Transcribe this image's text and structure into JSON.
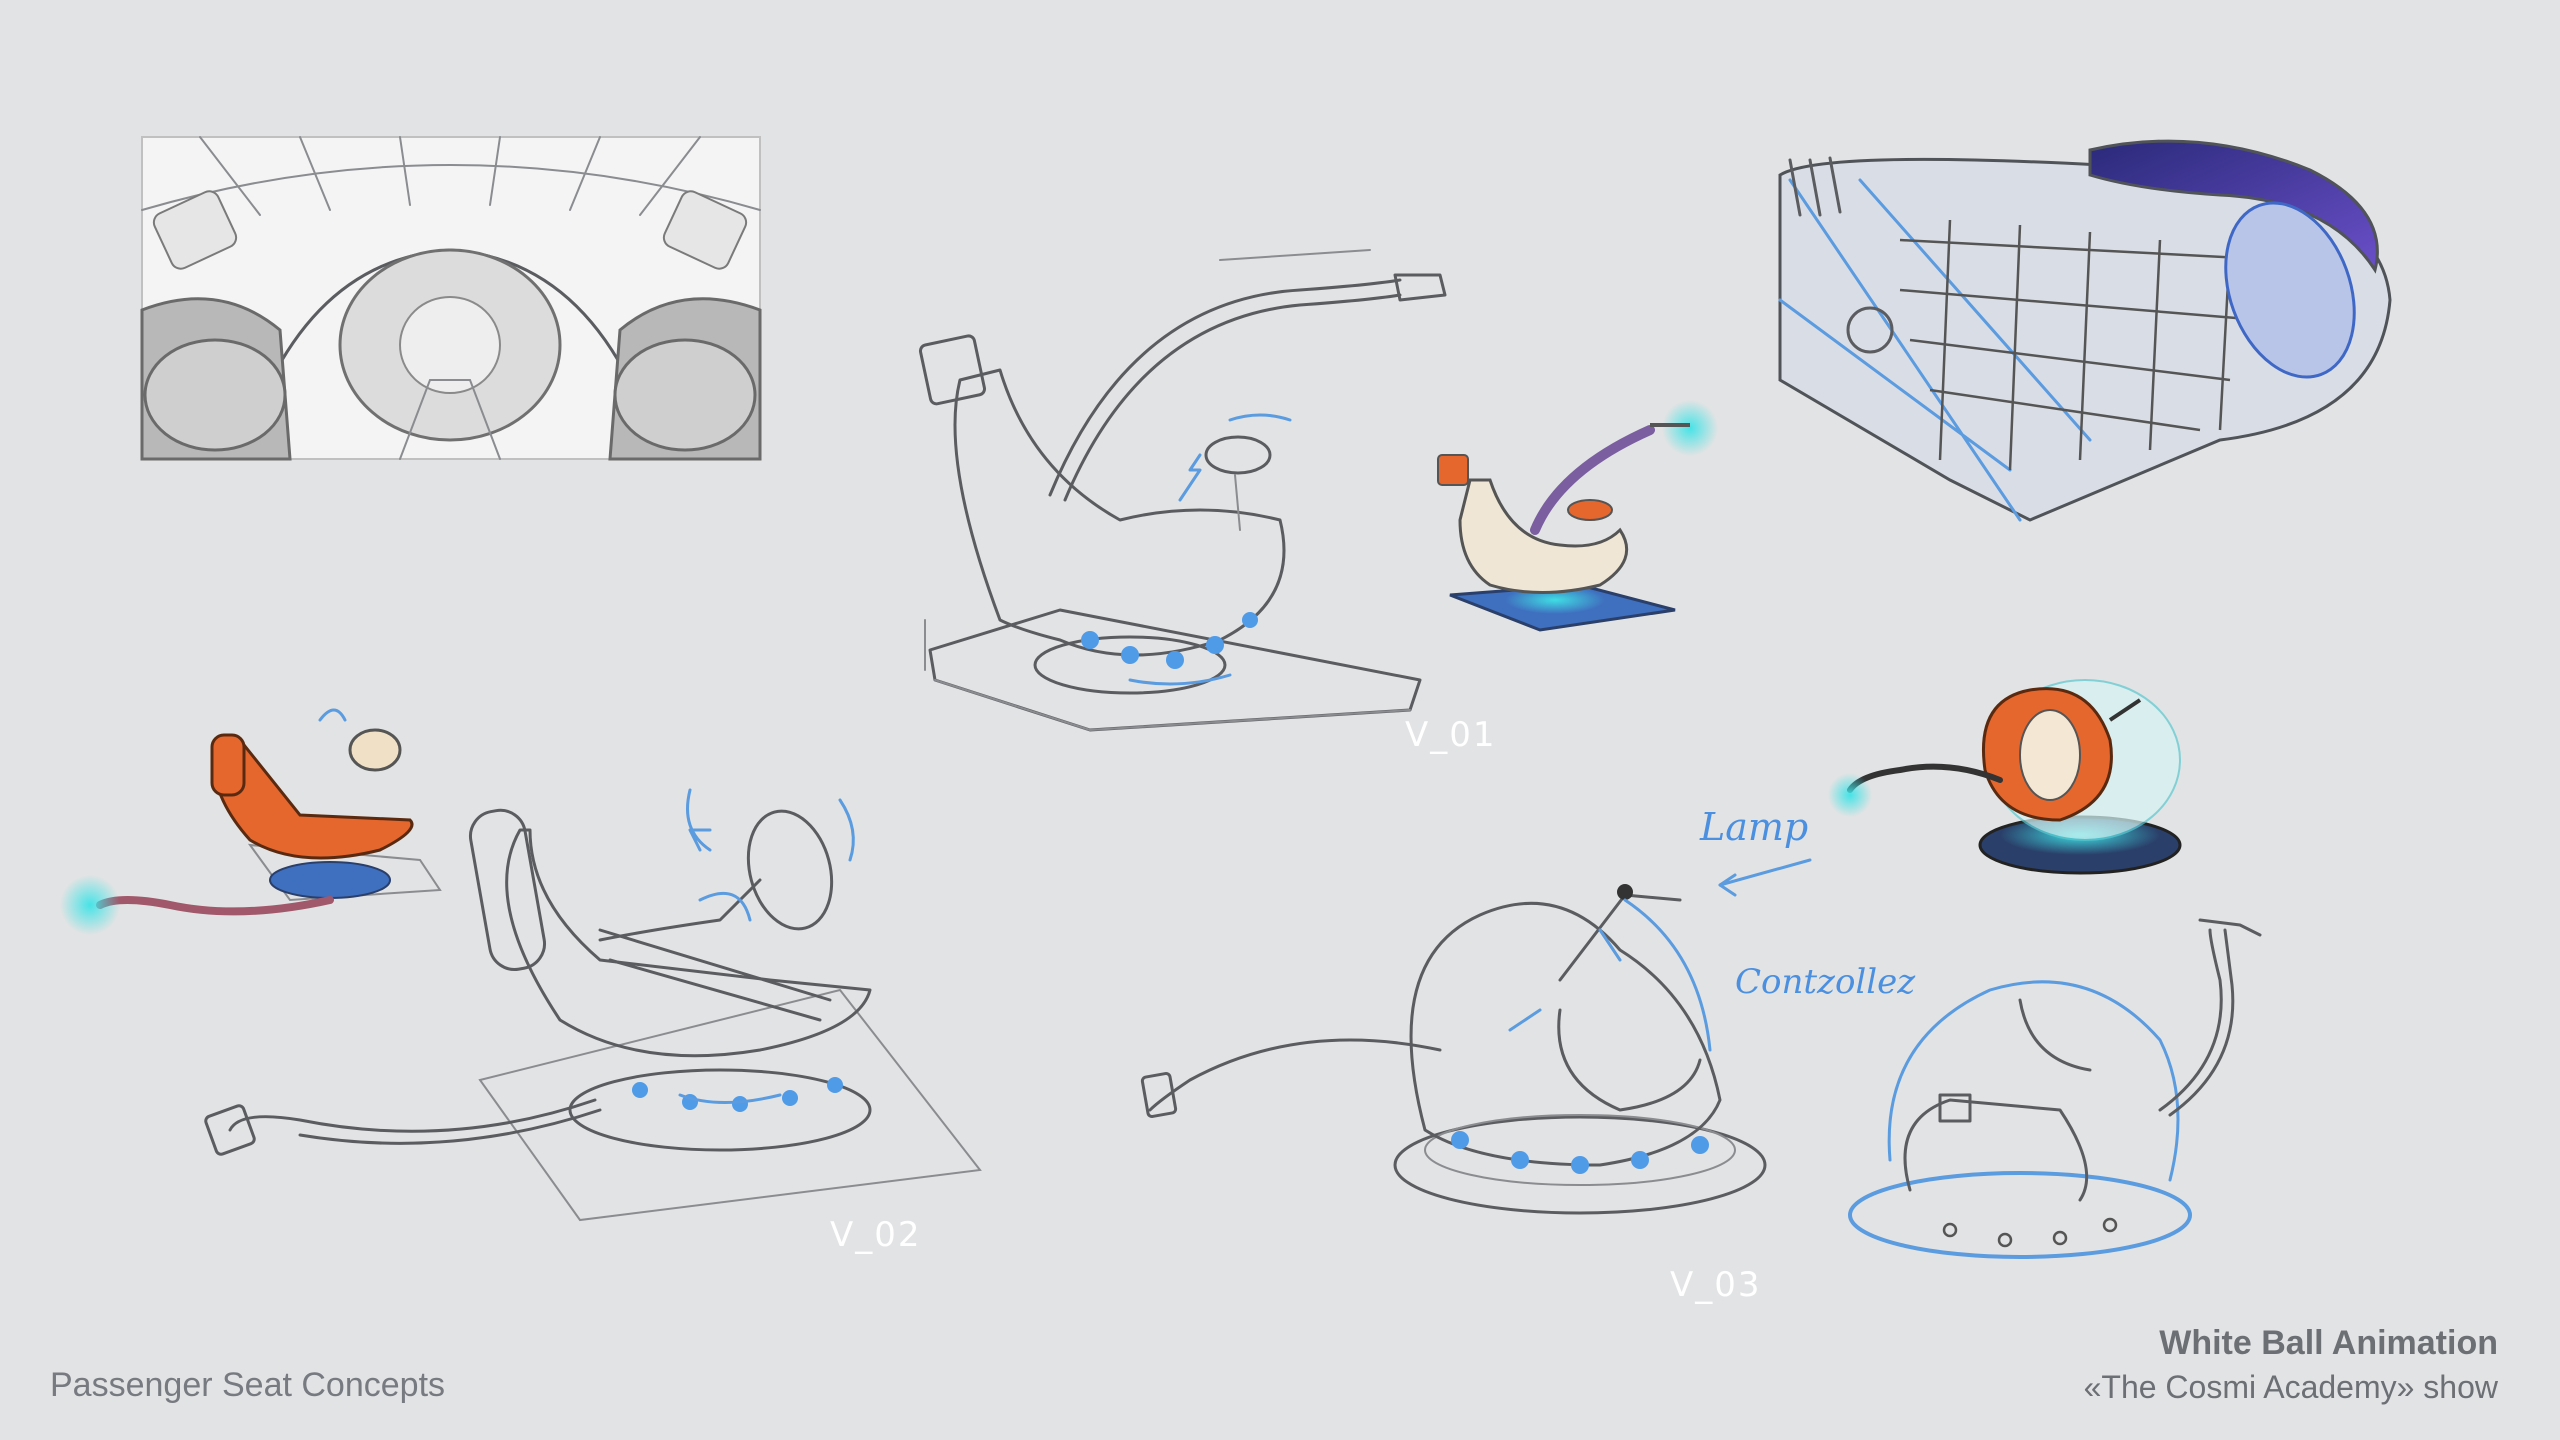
{
  "labels": {
    "v01": "V_01",
    "v02": "V_02",
    "v03": "V_03"
  },
  "annotations": {
    "lamp": "Lamp",
    "controller": "Contzollez"
  },
  "footer": {
    "title": "Passenger Seat Concepts",
    "studio": "White Ball Animation",
    "show": "«The Cosmi Academy» show"
  },
  "colors": {
    "background": "#e2e3e4",
    "sketch_line": "#5a5c60",
    "accent_blue": "#5b9be0",
    "glow_cyan": "#3fe3e6",
    "seat_orange": "#e5672e"
  }
}
